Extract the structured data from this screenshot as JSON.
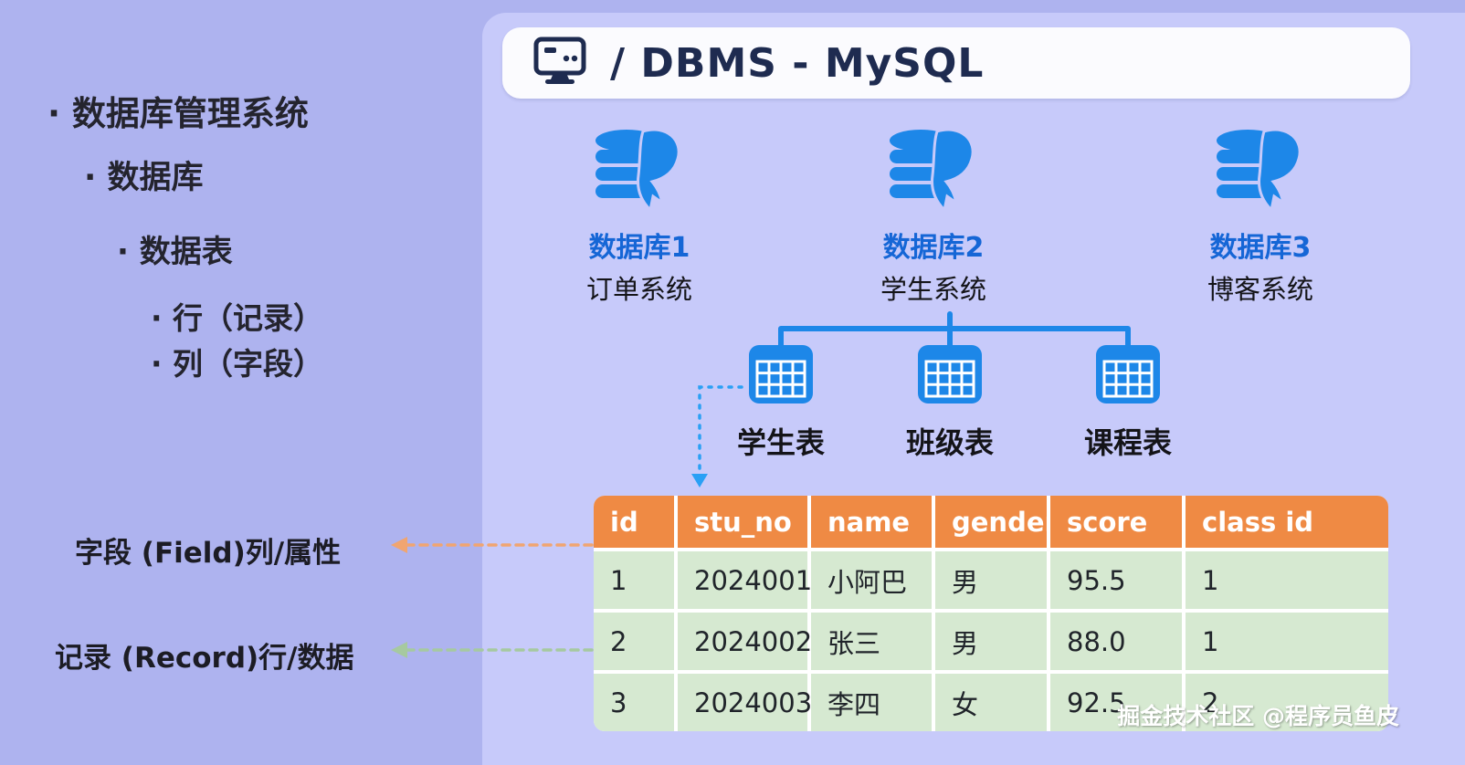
{
  "colors": {
    "page_bg": "#aeb3ef",
    "panel_bg": "#c7cafa",
    "accent_blue": "#1d87e8",
    "label_blue": "#1566d6",
    "navy": "#1e2b50",
    "header_orange": "#ef8a44",
    "row_green": "#d6e9d1",
    "arrow_orange": "#f0a571",
    "arrow_green": "#a6c9a0"
  },
  "outline": {
    "items": [
      {
        "label": "· 数据库管理系统"
      },
      {
        "label": "· 数据库"
      },
      {
        "label": "· 数据表"
      },
      {
        "label": "· 行（记录）"
      },
      {
        "label": "· 列（字段）"
      }
    ]
  },
  "annotations": {
    "field_label": "字段 (Field)列/属性",
    "record_label": "记录 (Record)行/数据"
  },
  "header": {
    "title": "/ DBMS - MySQL"
  },
  "databases": [
    {
      "name": "数据库1",
      "system": "订单系统"
    },
    {
      "name": "数据库2",
      "system": "学生系统"
    },
    {
      "name": "数据库3",
      "system": "博客系统"
    }
  ],
  "tables": [
    {
      "label": "学生表"
    },
    {
      "label": "班级表"
    },
    {
      "label": "课程表"
    }
  ],
  "student_table": {
    "headers": [
      "id",
      "stu_no",
      "name",
      "gender",
      "score",
      "class id"
    ],
    "rows": [
      [
        "1",
        "2024001",
        "小阿巴",
        "男",
        "95.5",
        "1"
      ],
      [
        "2",
        "2024002",
        "张三",
        "男",
        "88.0",
        "1"
      ],
      [
        "3",
        "2024003",
        "李四",
        "女",
        "92.5",
        "2"
      ]
    ]
  },
  "watermark": "掘金技术社区 @程序员鱼皮"
}
